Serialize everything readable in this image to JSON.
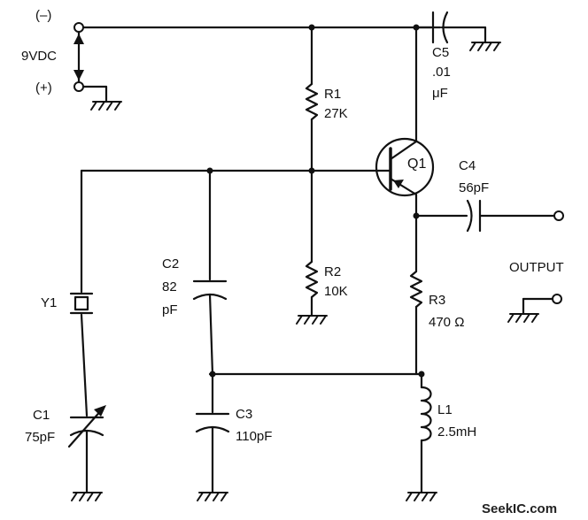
{
  "supply": {
    "neg_label": "(–)",
    "voltage_label": "9VDC",
    "pos_label": "(+)"
  },
  "components": {
    "R1": {
      "ref": "R1",
      "value": "27K"
    },
    "R2": {
      "ref": "R2",
      "value": "10K"
    },
    "R3": {
      "ref": "R3",
      "value": "470 Ω"
    },
    "C1": {
      "ref": "C1",
      "value": "75pF"
    },
    "C2": {
      "ref": "C2",
      "value_line1": "82",
      "value_line2": "pF"
    },
    "C3": {
      "ref": "C3",
      "value": "110pF"
    },
    "C4": {
      "ref": "C4",
      "value": "56pF"
    },
    "C5": {
      "ref": "C5",
      "value_line1": ".01",
      "value_line2": "μF"
    },
    "L1": {
      "ref": "L1",
      "value": "2.5mH"
    },
    "Y1": {
      "ref": "Y1"
    },
    "Q1": {
      "ref": "Q1"
    }
  },
  "output_label": "OUTPUT",
  "watermark": "SeekIC.com"
}
